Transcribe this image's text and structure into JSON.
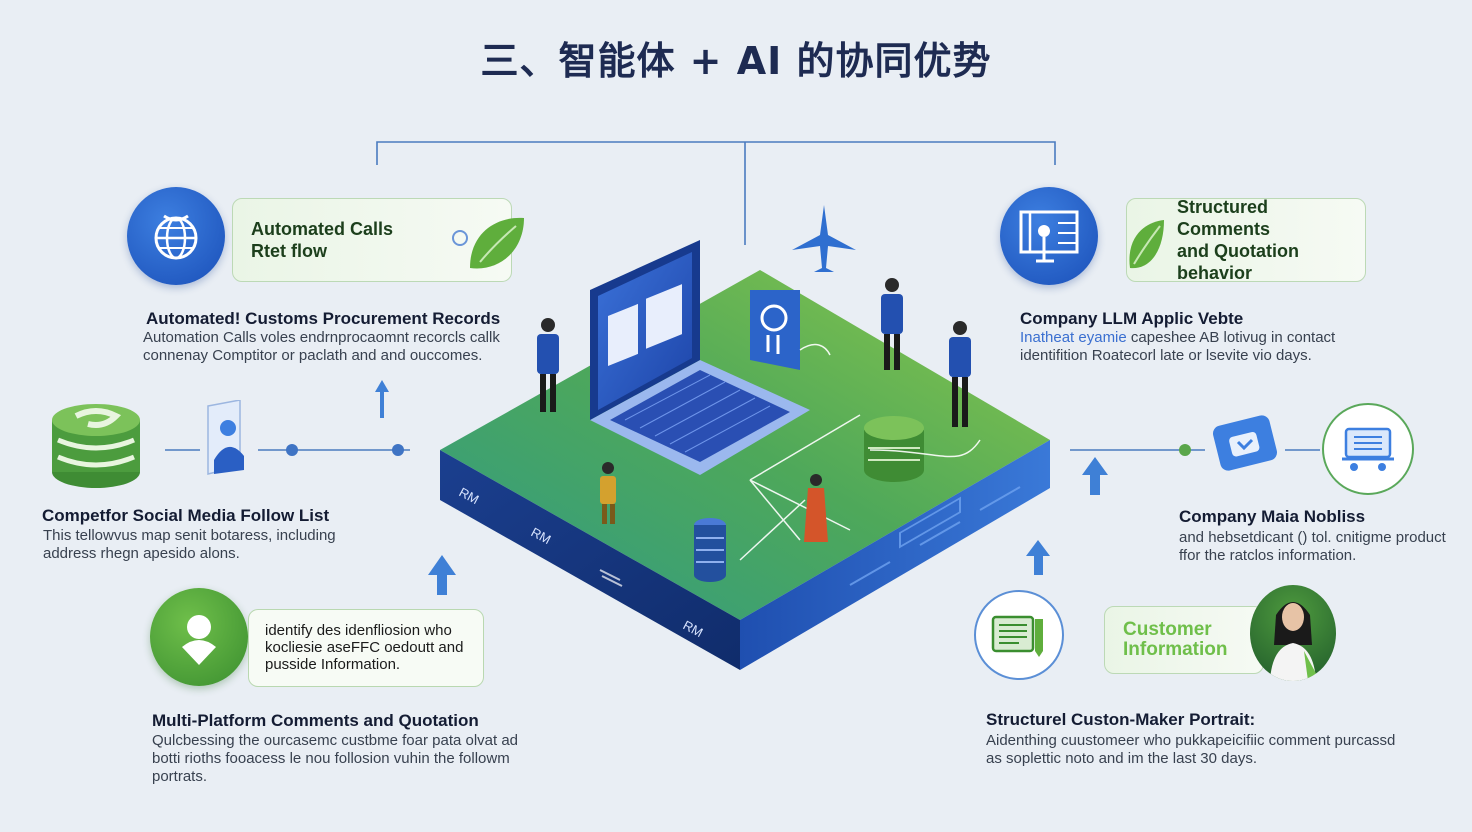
{
  "title": "三、智能体 + AI 的协同优势",
  "top_left": {
    "pill_line1": "Automated Calls",
    "pill_line2": "Rtet flow",
    "heading": "Automated! Customs Procurement Records",
    "desc": "Automation Calls voles endrnprocaomnt recorcls callk connenay Comptitor or paclath and and ouccomes."
  },
  "mid_left": {
    "heading": "Competfor Social Media Follow List",
    "desc": "This tellowvus map senit botaress, including address rhegn apesido alons."
  },
  "bottom_left": {
    "pill_text": "identify des idenfliosion who kocliesie aseFFC oedoutt and pusside Information.",
    "heading": "Multi-Platform Comments and Quotation",
    "desc": "Qulcbessing the ourcasemc custbme foar pata olvat ad botti rioths fooacess le nou follosion vuhin the followm portrats."
  },
  "top_right": {
    "pill_line1": "Structured Comments",
    "pill_line2": "and Quotation behavior",
    "heading": "Company LLM Applic Vebte",
    "desc_blue": "Inatheat eyamie",
    "desc_rest": " capeshee AB lotivug in contact identifition Roatecorl late or lsevite vio days."
  },
  "mid_right": {
    "heading": "Company Maia Nobliss",
    "desc": "and hebsetdicant () tol. cnitigme product ffor the ratclos information."
  },
  "bottom_right": {
    "pill_line1": "Customer",
    "pill_line2": "Information",
    "heading": "Structurel Custon-Maker Portrait:",
    "desc": "Aidenthing cuustomeer who pukkapeicifiic comment purcassd as soplettic noto and im the last 30 days."
  },
  "platform": {
    "labels": [
      "RM",
      "RM",
      "RM"
    ]
  },
  "colors": {
    "title": "#1e2b52",
    "blue_accent": "#1a4fb8",
    "green_accent": "#3a8e2f",
    "platform_top": "#5aa64a",
    "platform_side": "#163b8a"
  }
}
